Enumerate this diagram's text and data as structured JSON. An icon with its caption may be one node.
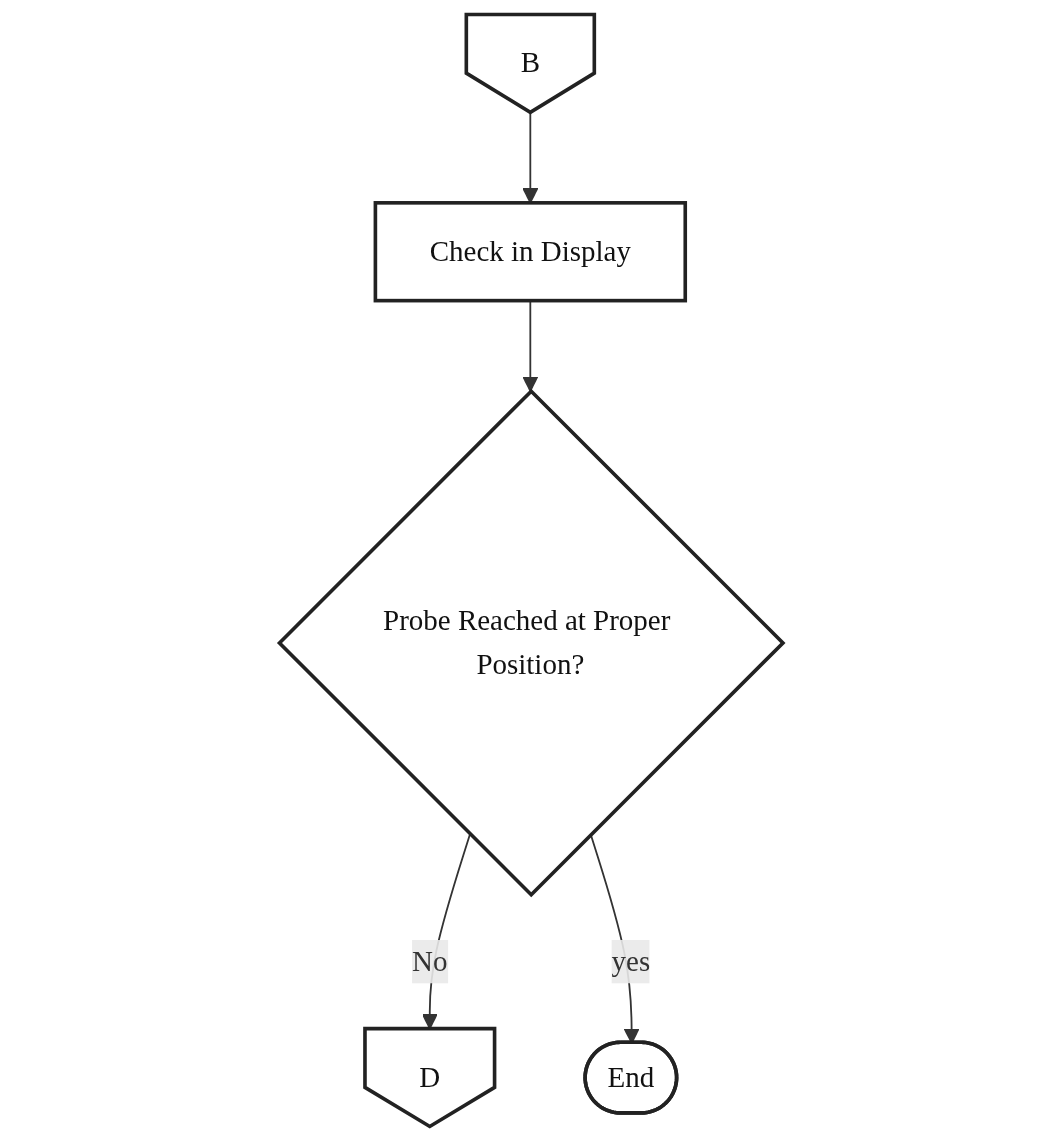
{
  "diagram": {
    "nodes": [
      {
        "text": [
          "B"
        ]
      },
      {
        "text": [
          "Check in Display"
        ]
      },
      {
        "text": [
          "Probe Reached at Proper Position?"
        ]
      },
      {
        "text": [
          "D"
        ]
      },
      {
        "text": [
          "End"
        ]
      }
    ],
    "edges": [
      {
        "from": 0,
        "to": 1,
        "arrow": "to"
      },
      {
        "from": 1,
        "to": 2,
        "arrow": "to"
      },
      {
        "from": 2,
        "to": 3,
        "arrow": "to",
        "label": "No"
      },
      {
        "from": 2,
        "to": 4,
        "arrow": "to",
        "label": "yes"
      }
    ]
  }
}
